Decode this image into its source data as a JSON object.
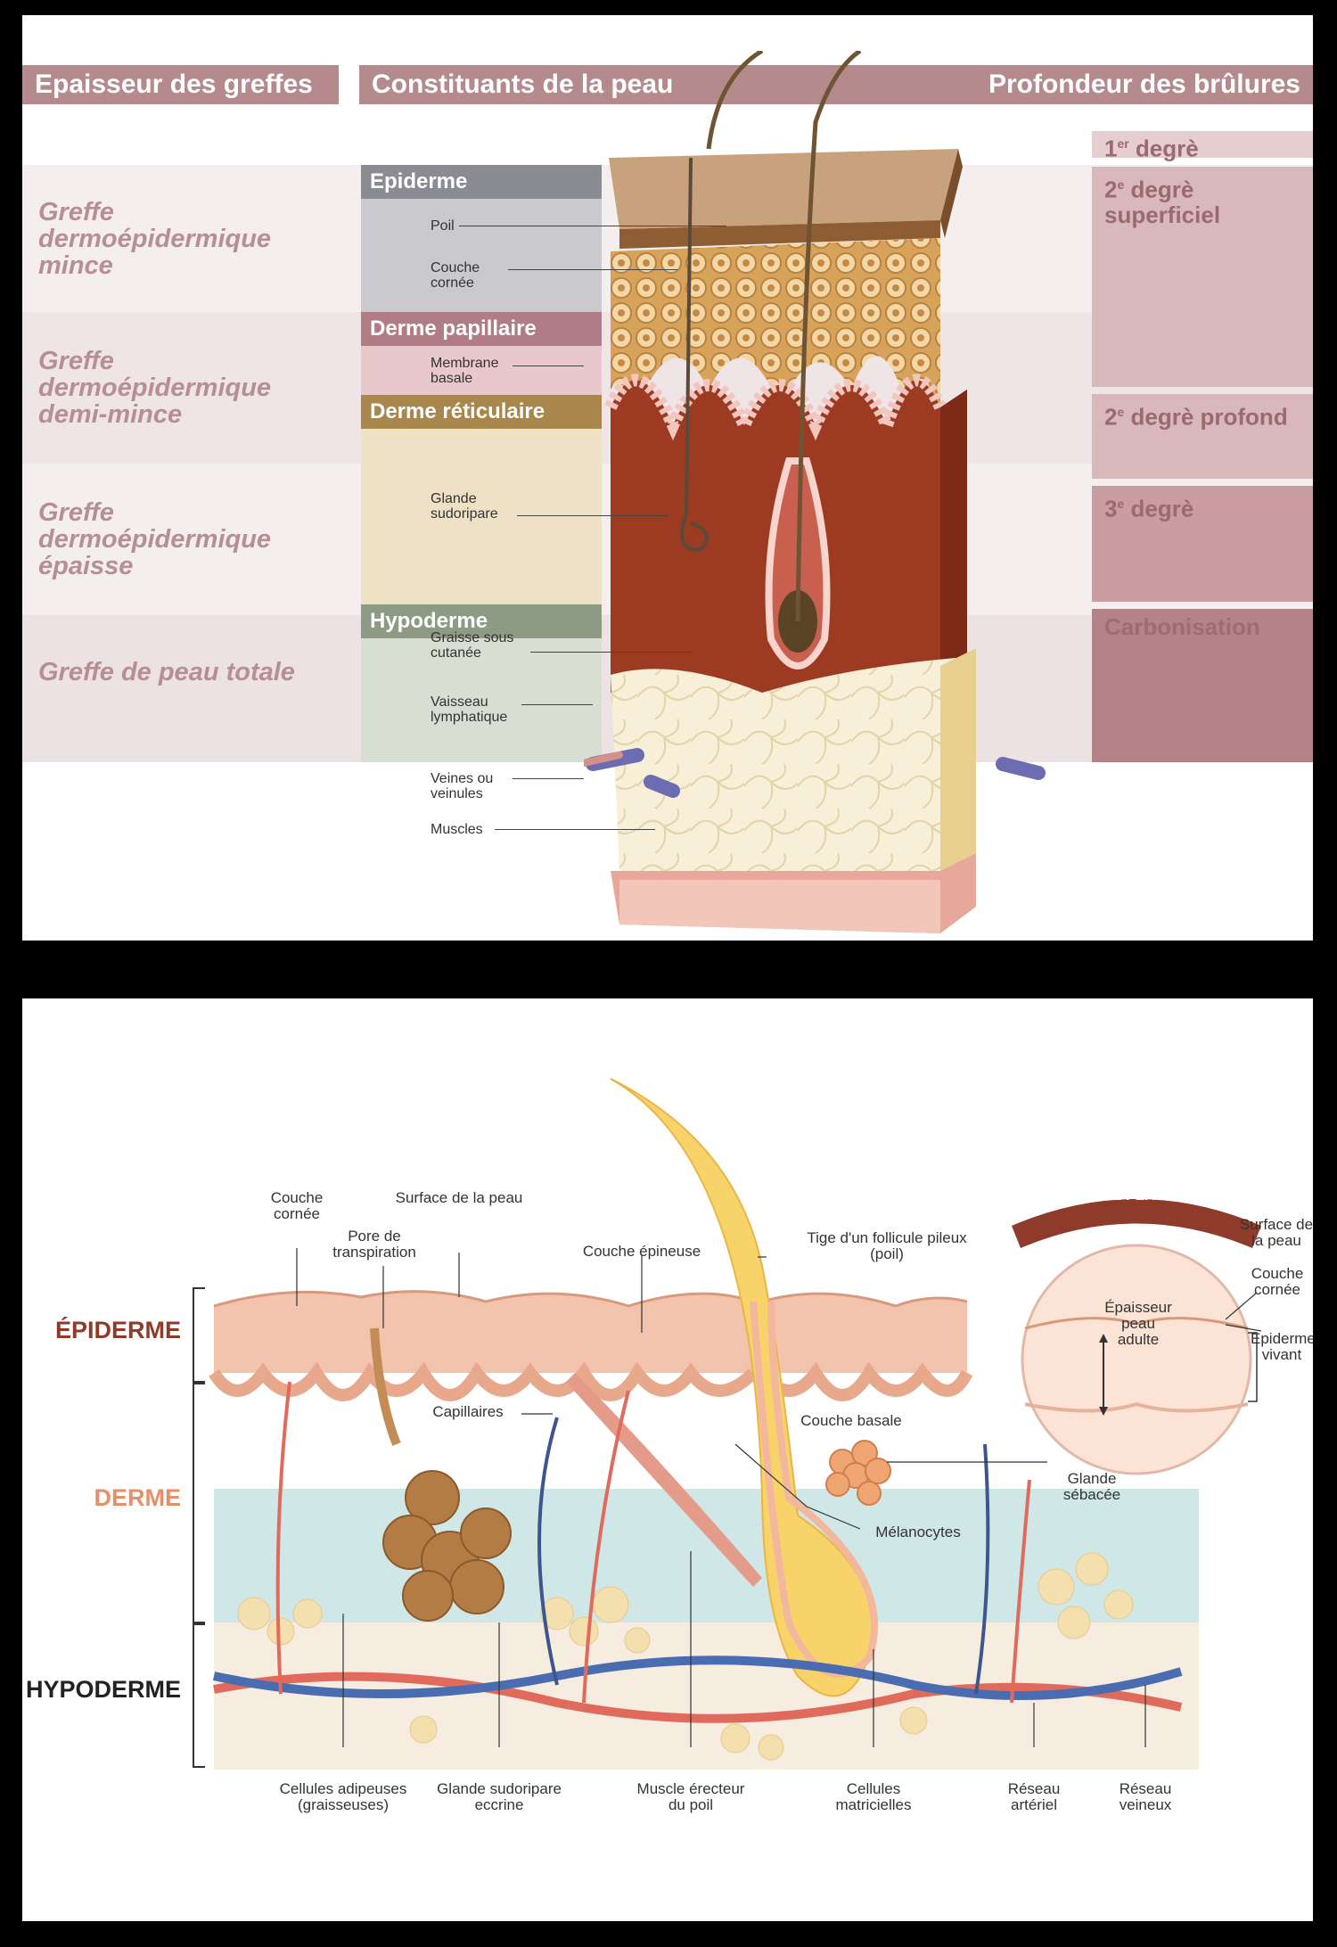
{
  "top": {
    "headers": {
      "grafts": "Epaisseur des greffes",
      "constituents": "Constituants de la peau",
      "burns": "Profondeur des brûlures"
    },
    "grafts": [
      "Greffe dermoépidermique mince",
      "Greffe dermoépidermique demi-mince",
      "Greffe dermoépidermique épaisse",
      "Greffe de peau totale"
    ],
    "layers": {
      "epiderme": "Epiderme",
      "derme_papillaire": "Derme papillaire",
      "derme_reticulaire": "Derme réticulaire",
      "hypoderme": "Hypoderme"
    },
    "structures": {
      "poil": "Poil",
      "couche_cornee": "Couche cornée",
      "membrane_basale": "Membrane basale",
      "glande_sudoripare": "Glande sudoripare",
      "graisse": "Graisse sous cutanée",
      "vaisseau_lymphatique": "Vaisseau lymphatique",
      "veines": "Veines ou veinules",
      "muscles": "Muscles"
    },
    "burns": {
      "first_main": "1",
      "first_sup": "er",
      "first_rest": " degrè",
      "second_sup_main": "2",
      "second_sup_sup": "e",
      "second_sup_rest": " degrè superficiel",
      "second_prof_main": "2",
      "second_prof_sup": "e",
      "second_prof_rest": " degrè profond",
      "third_main": "3",
      "third_sup": "e",
      "third_rest": " degrè",
      "carbonisation": "Carbonisation"
    }
  },
  "bottom": {
    "sections": {
      "epiderme": "ÉPIDERME",
      "derme": "DERME",
      "hypoderme": "HYPODERME"
    },
    "labels": {
      "couche_cornee": "Couche cornée",
      "surface_peau": "Surface de la peau",
      "pore": "Pore de transpiration",
      "couche_epineuse": "Couche épineuse",
      "tige": "Tige d'un follicule pileux (poil)",
      "capillaires": "Capillaires",
      "couche_basale": "Couche basale",
      "glande_sebacee": "Glande sébacée",
      "melanocytes": "Mélanocytes",
      "cellules_adipeuses": "Cellules adipeuses (graisseuses)",
      "glande_sudoripare": "Glande sudoripare eccrine",
      "muscle_erecteur": "Muscle érecteur du poil",
      "cellules_matricielles": "Cellules matricielles",
      "reseau_arteriel": "Réseau artériel",
      "reseau_veineux": "Réseau veineux"
    },
    "inset": {
      "title": "ÉPIDERME PEAU ADULTE",
      "surface": "Surface de la peau",
      "couche_cornee": "Couche cornée",
      "epaisseur": "Épaisseur peau adulte",
      "epiderme_vivant": "Epiderme vivant"
    }
  },
  "colors": {
    "header_bg": "#b48a8c",
    "burn_first": "#e6cdd0",
    "burn_second": "#d9b8bc",
    "burn_third": "#c99ca1",
    "burn_carbon": "#b48287",
    "epiderme_tag": "#8b8c93",
    "derme_pap_tag": "#b07d86",
    "derme_ret_tag": "#a9864c",
    "hypoderme_tag": "#8d9a84",
    "section_epiderme": "#8e3b2b",
    "section_derme": "#e58f6a",
    "section_hypoderme": "#222222"
  }
}
